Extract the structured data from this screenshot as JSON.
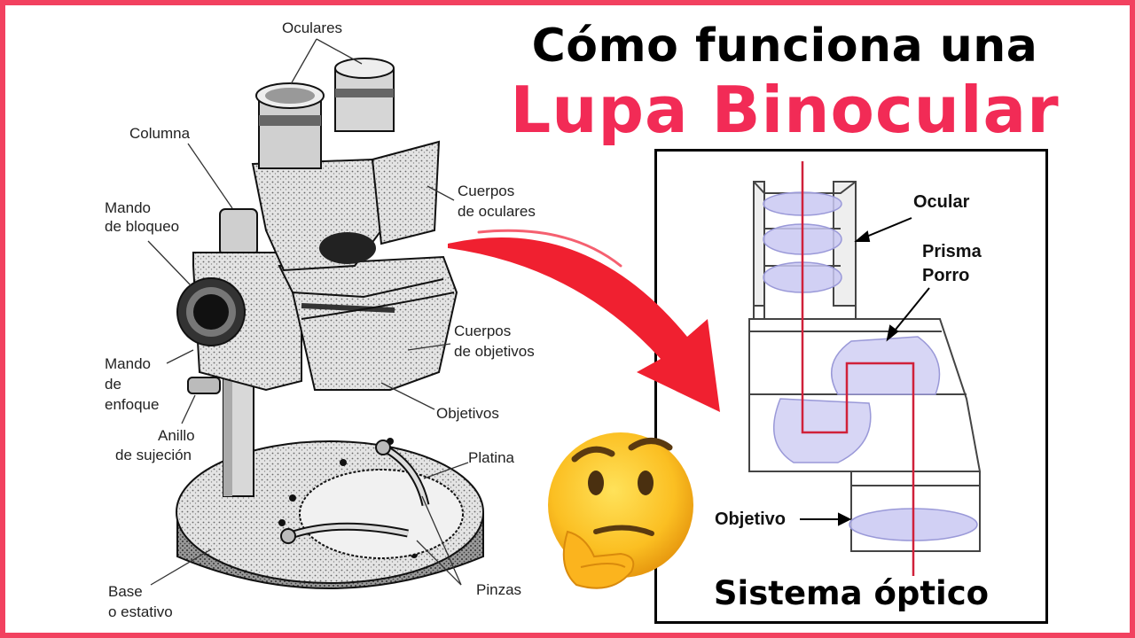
{
  "title": {
    "line1": "Cómo funciona una",
    "line2": "Lupa Binocular"
  },
  "microscope_labels": {
    "oculares": "Oculares",
    "columna": "Columna",
    "mando_bloqueo_1": "Mando",
    "mando_bloqueo_2": "de bloqueo",
    "cuerpos_oculares_1": "Cuerpos",
    "cuerpos_oculares_2": "de oculares",
    "cuerpos_objetivos_1": "Cuerpos",
    "cuerpos_objetivos_2": "de objetivos",
    "mando_enfoque_1": "Mando",
    "mando_enfoque_2": "de",
    "mando_enfoque_3": "enfoque",
    "objetivos": "Objetivos",
    "anillo_1": "Anillo",
    "anillo_2": "de sujeción",
    "platina": "Platina",
    "pinzas": "Pinzas",
    "base_1": "Base",
    "base_2": "o estativo"
  },
  "optical_panel": {
    "ocular": "Ocular",
    "prisma_1": "Prisma",
    "prisma_2": "Porro",
    "objetivo": "Objetivo",
    "caption": "Sistema óptico"
  },
  "colors": {
    "frame": "#f2415f",
    "accent_title": "#f22b56",
    "arrow": "#f02030",
    "light_ray": "#d0213a",
    "lens_fill": "#c9c8f2"
  },
  "icons": {
    "thinking_face": "thinking-face-icon",
    "curved_arrow": "curved-arrow-icon"
  }
}
